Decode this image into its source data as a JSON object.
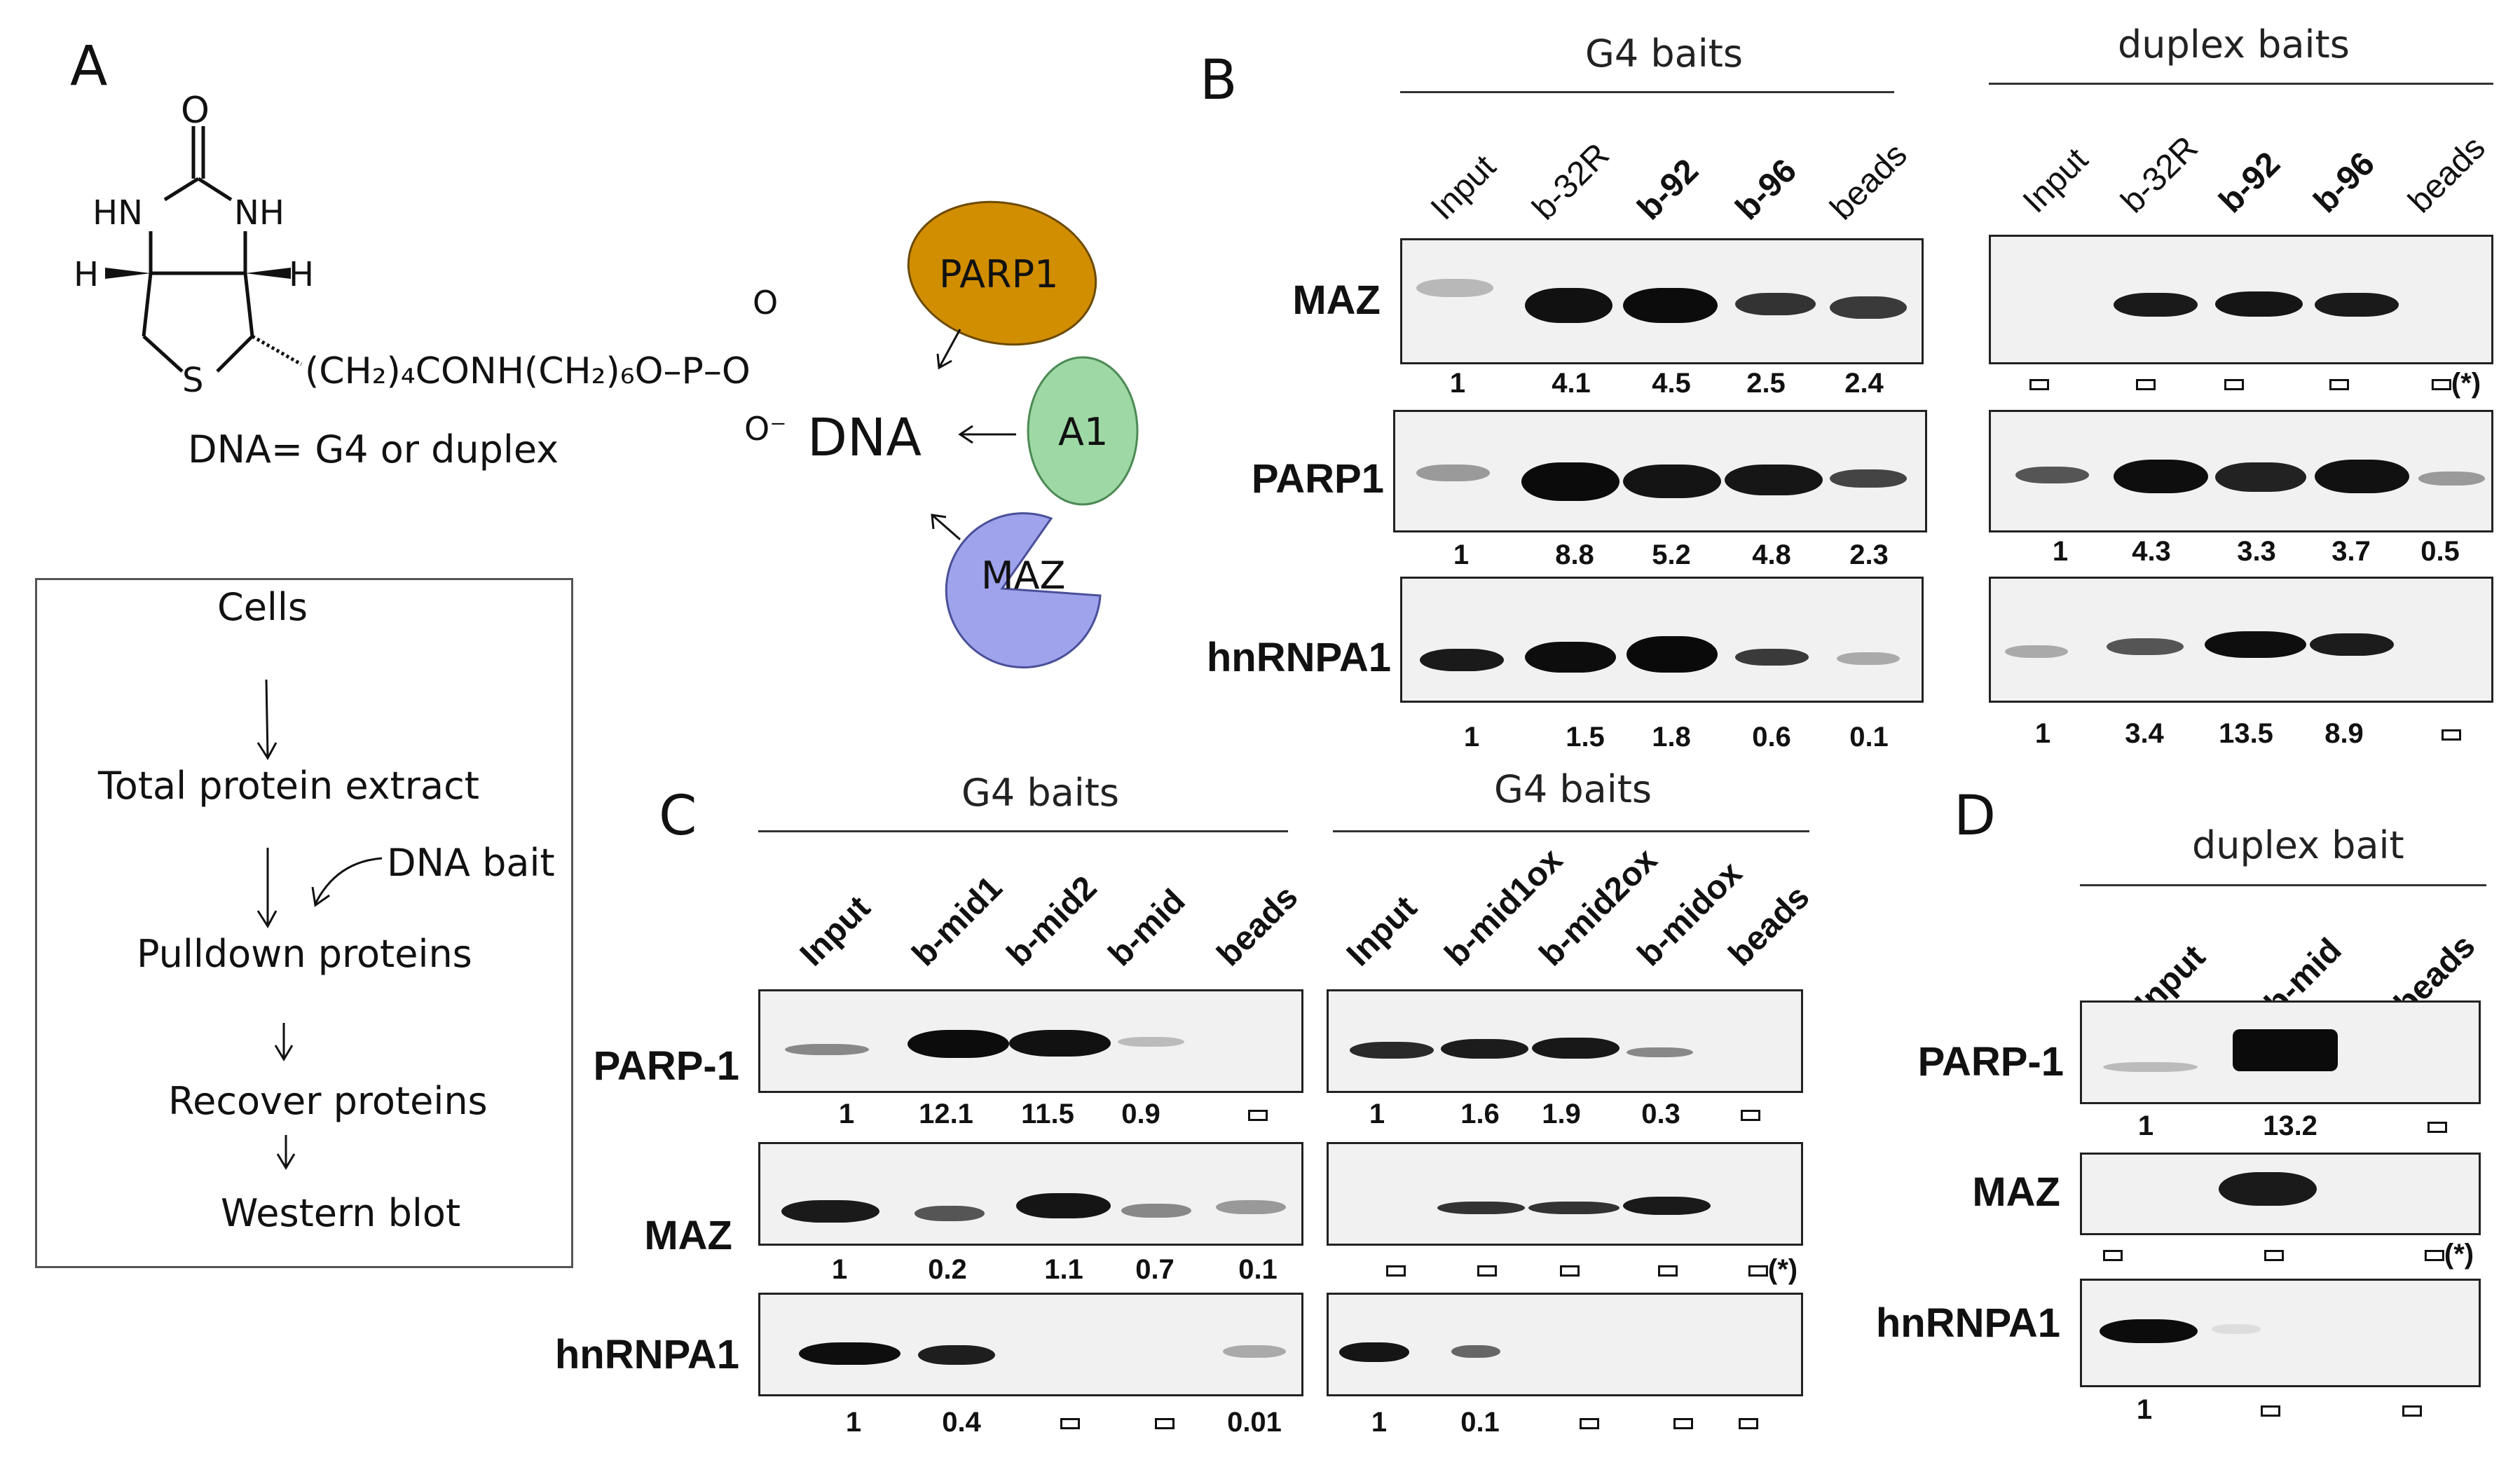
{
  "panels": {
    "a": "A",
    "b": "B",
    "c": "C",
    "d": "D"
  },
  "panel_a": {
    "structure": {
      "o_top": "O",
      "hn_left": "HN",
      "nh_right": "NH",
      "h_left": "H",
      "h_right": "H",
      "s": "S",
      "chain": "(CH₂)₄CONH(CH₂)₆O–P–O",
      "o_dbl": "O",
      "o_minus": "O⁻",
      "dna": "DNA",
      "note": "DNA= G4 or duplex"
    },
    "proteins": {
      "parp1": "PARP1",
      "a1": "A1",
      "maz": "MAZ"
    },
    "flow": {
      "steps": [
        "Cells",
        "Total protein extract",
        "Pulldown proteins",
        "Recover proteins",
        "Western blot"
      ],
      "side": "DNA bait"
    }
  },
  "panel_b": {
    "left": {
      "header": "G4 baits",
      "lanes": [
        "Input",
        "b-32R",
        "b-92",
        "b-96",
        "beads"
      ],
      "rows": [
        {
          "protein": "MAZ",
          "values": [
            "1",
            "4.1",
            "4.5",
            "2.5",
            "2.4"
          ]
        },
        {
          "protein": "PARP1",
          "values": [
            "1",
            "8.8",
            "5.2",
            "4.8",
            "2.3"
          ]
        },
        {
          "protein": "hnRNPA1",
          "values": [
            "1",
            "1.5",
            "1.8",
            "0.6",
            "0.1"
          ]
        }
      ]
    },
    "right": {
      "header": "duplex baits",
      "lanes": [
        "Input",
        "b-32R",
        "b-92",
        "b-96",
        "beads"
      ],
      "rows": [
        {
          "values": [
            "□",
            "□",
            "□",
            "□",
            "□(*)"
          ]
        },
        {
          "values": [
            "1",
            "4.3",
            "3.3",
            "3.7",
            "0.5"
          ]
        },
        {
          "values": [
            "1",
            "3.4",
            "13.5",
            "8.9",
            "□"
          ]
        }
      ]
    }
  },
  "panel_c": {
    "left": {
      "header": "G4 baits",
      "lanes": [
        "Input",
        "b-mid1",
        "b-mid2",
        "b-mid",
        "beads"
      ],
      "rows": [
        {
          "protein": "PARP-1",
          "values": [
            "1",
            "12.1",
            "11.5",
            "0.9",
            "□"
          ]
        },
        {
          "protein": "MAZ",
          "values": [
            "1",
            "0.2",
            "1.1",
            "0.7",
            "0.1"
          ]
        },
        {
          "protein": "hnRNPA1",
          "values": [
            "1",
            "0.4",
            "□",
            "□",
            "0.01"
          ]
        }
      ]
    },
    "right": {
      "header": "G4 baits",
      "lanes": [
        "Input",
        "b-mid1ox",
        "b-mid2ox",
        "b-midox",
        "beads"
      ],
      "rows": [
        {
          "values": [
            "1",
            "1.6",
            "1.9",
            "0.3",
            "□"
          ]
        },
        {
          "values": [
            "□",
            "□",
            "□",
            "□",
            "□(*)"
          ]
        },
        {
          "values": [
            "1",
            "0.1",
            "□",
            "□",
            "□"
          ]
        }
      ]
    }
  },
  "panel_d": {
    "header": "duplex bait",
    "lanes": [
      "Input",
      "b-mid",
      "beads"
    ],
    "rows": [
      {
        "protein": "PARP-1",
        "values": [
          "1",
          "13.2",
          "□"
        ]
      },
      {
        "protein": "MAZ",
        "values": [
          "□",
          "□",
          "□(*)"
        ]
      },
      {
        "protein": "hnRNPA1",
        "values": [
          "1",
          "□",
          "□"
        ]
      }
    ]
  },
  "colors": {
    "parp1": "#d18e00",
    "a1": "#9ed9a5",
    "maz": "#9ea3ec",
    "band": "#111111",
    "blot_bg": "#f1f1f1"
  }
}
